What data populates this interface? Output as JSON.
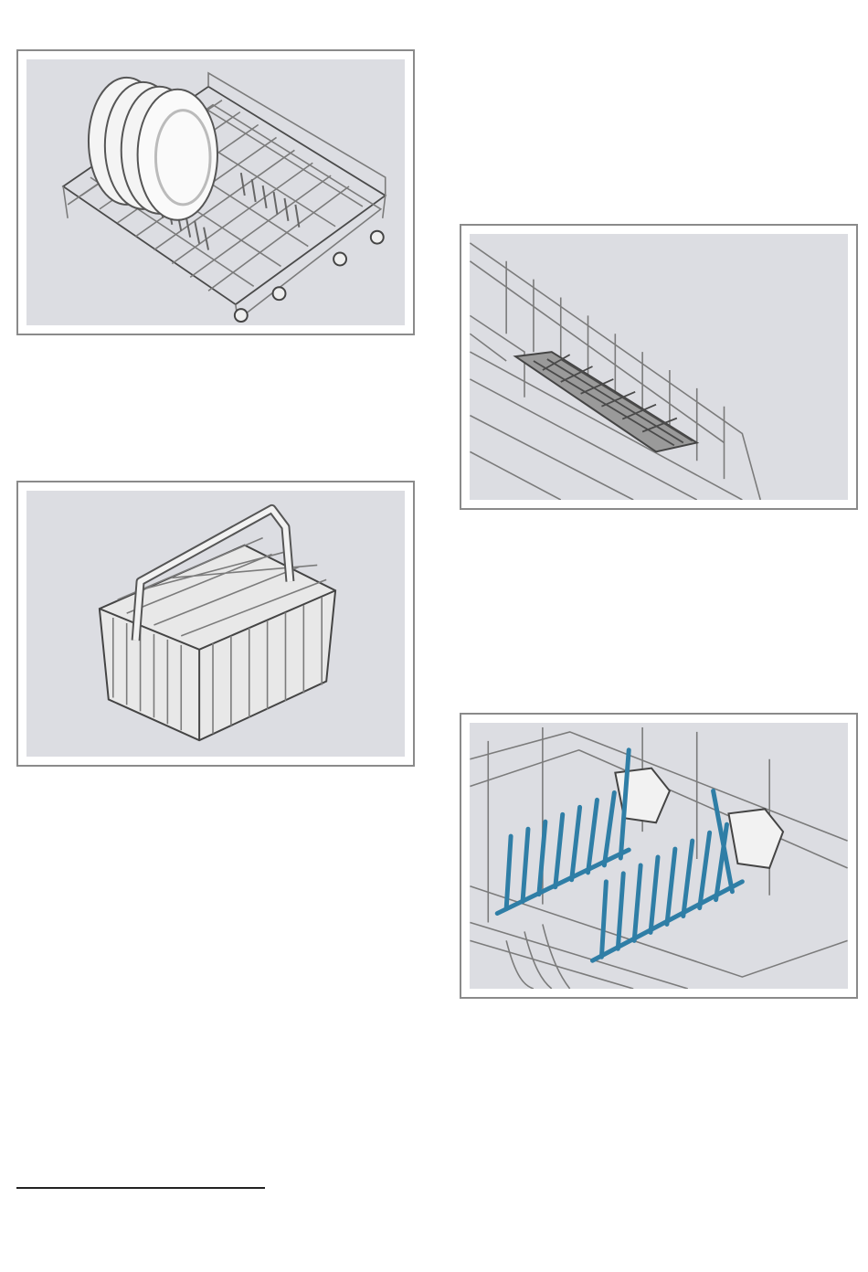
{
  "figures": [
    {
      "id": "rack",
      "icon": "lower-rack-with-plates-illustration"
    },
    {
      "id": "shelf",
      "icon": "fold-down-shelf-illustration"
    },
    {
      "id": "basket",
      "icon": "cutlery-basket-illustration"
    },
    {
      "id": "tines",
      "icon": "folding-plate-tines-illustration"
    }
  ],
  "colors": {
    "panel_background": "#dcdde2",
    "frame": "#8a8a8a",
    "tine_accent": "#2f7ea6"
  }
}
